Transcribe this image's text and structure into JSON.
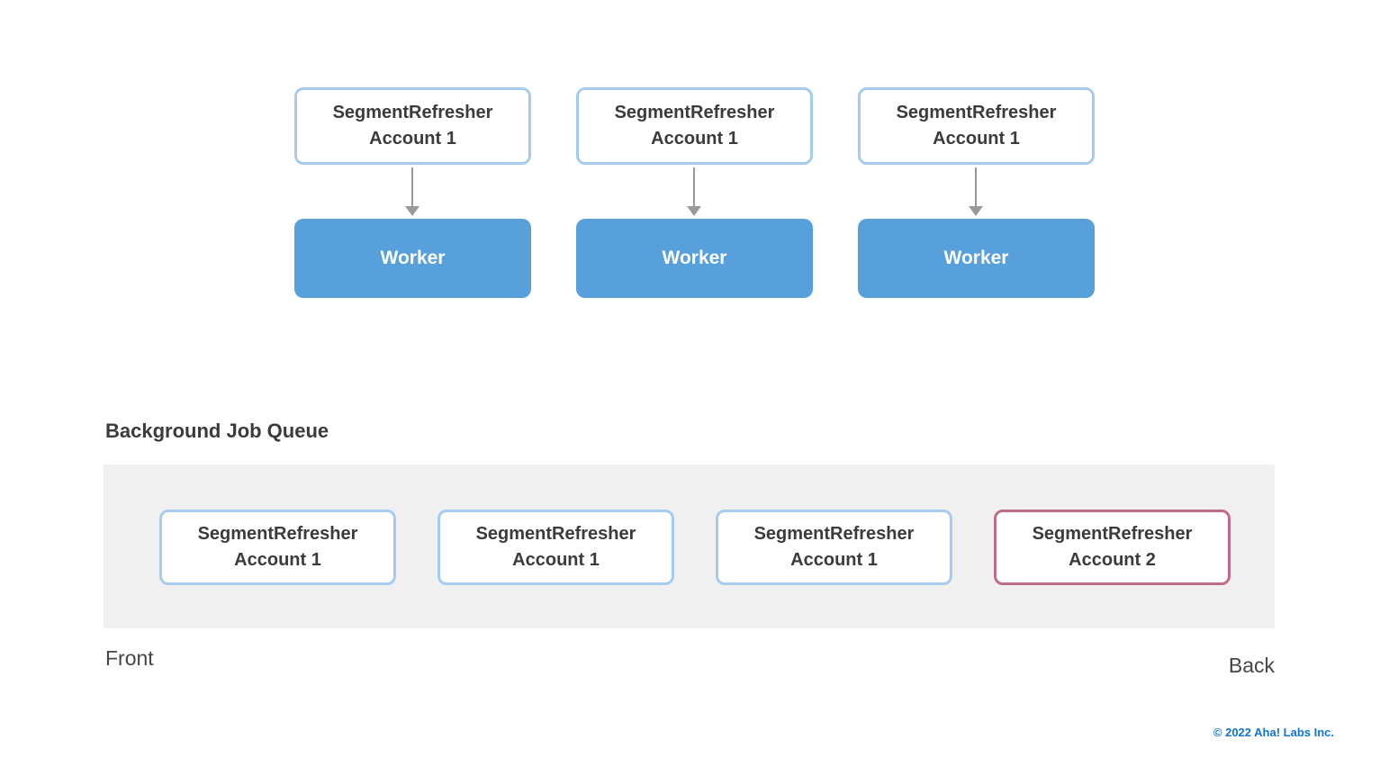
{
  "colors": {
    "job_border_blue": "#A6CBF0",
    "job_border_red": "#C06D83",
    "worker_fill": "#57A0DC",
    "queue_background": "#F0F0F0",
    "arrow_gray": "#999999",
    "heading_text": "#3B3B3B",
    "copyright_blue": "#1174D4"
  },
  "pipeline": {
    "columns": [
      {
        "job": {
          "line1": "SegmentRefresher",
          "line2": "Account 1"
        },
        "worker_label": "Worker"
      },
      {
        "job": {
          "line1": "SegmentRefresher",
          "line2": "Account 1"
        },
        "worker_label": "Worker"
      },
      {
        "job": {
          "line1": "SegmentRefresher",
          "line2": "Account 1"
        },
        "worker_label": "Worker"
      }
    ]
  },
  "queue": {
    "title": "Background Job Queue",
    "items": [
      {
        "line1": "SegmentRefresher",
        "line2": "Account 1",
        "variant": "account1"
      },
      {
        "line1": "SegmentRefresher",
        "line2": "Account 1",
        "variant": "account1"
      },
      {
        "line1": "SegmentRefresher",
        "line2": "Account 1",
        "variant": "account1"
      },
      {
        "line1": "SegmentRefresher",
        "line2": "Account 2",
        "variant": "account2"
      }
    ],
    "front_label": "Front",
    "back_label": "Back"
  },
  "footer": {
    "copyright": "© 2022 Aha! Labs Inc."
  }
}
